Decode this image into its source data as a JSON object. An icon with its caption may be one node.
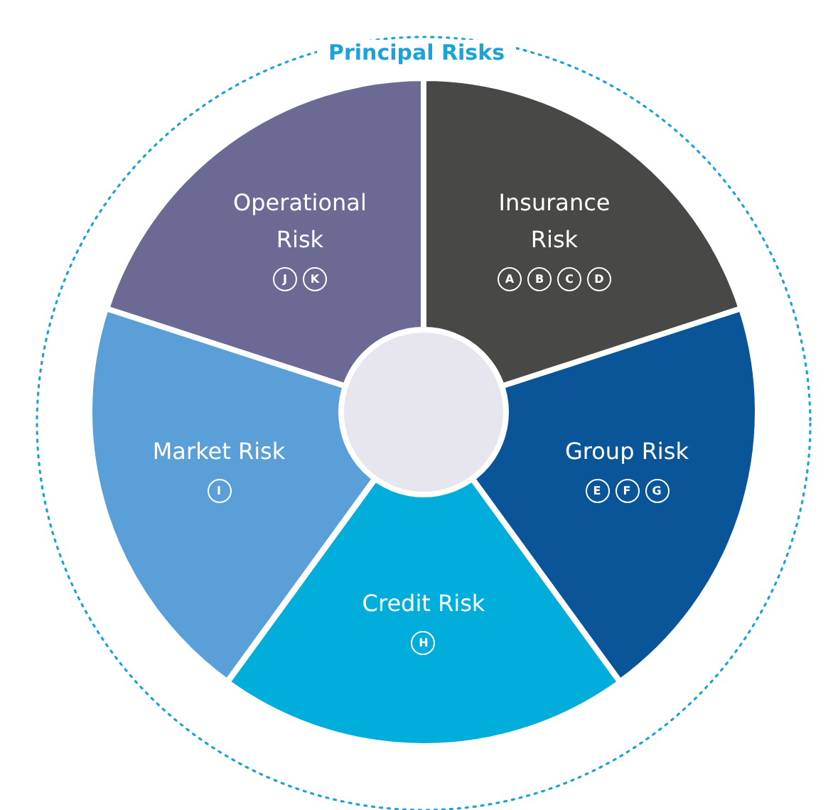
{
  "diagram": {
    "title": "Principal Risks",
    "nodes": [
      {
        "text": [
          "Operational Risk"
        ]
      },
      {
        "text": [
          "J"
        ],
        "in": 0
      },
      {
        "text": [
          "K"
        ],
        "in": 0
      },
      {
        "text": [
          "Insurance Risk"
        ]
      },
      {
        "text": [
          "A"
        ],
        "in": 3
      },
      {
        "text": [
          "B"
        ],
        "in": 3
      },
      {
        "text": [
          "C"
        ],
        "in": 3
      },
      {
        "text": [
          "D"
        ],
        "in": 3
      },
      {
        "text": [
          "Market Risk"
        ]
      },
      {
        "text": [
          "I"
        ],
        "in": 8
      },
      {
        "text": [],
        "shape": "circle"
      },
      {
        "text": [
          "Group Risk"
        ]
      },
      {
        "text": [
          "E"
        ],
        "in": 11
      },
      {
        "text": [
          "F"
        ],
        "in": 11
      },
      {
        "text": [
          "G"
        ],
        "in": 11
      },
      {
        "text": [
          "Credit Risk"
        ]
      },
      {
        "text": [
          "H"
        ],
        "in": 15
      }
    ]
  }
}
